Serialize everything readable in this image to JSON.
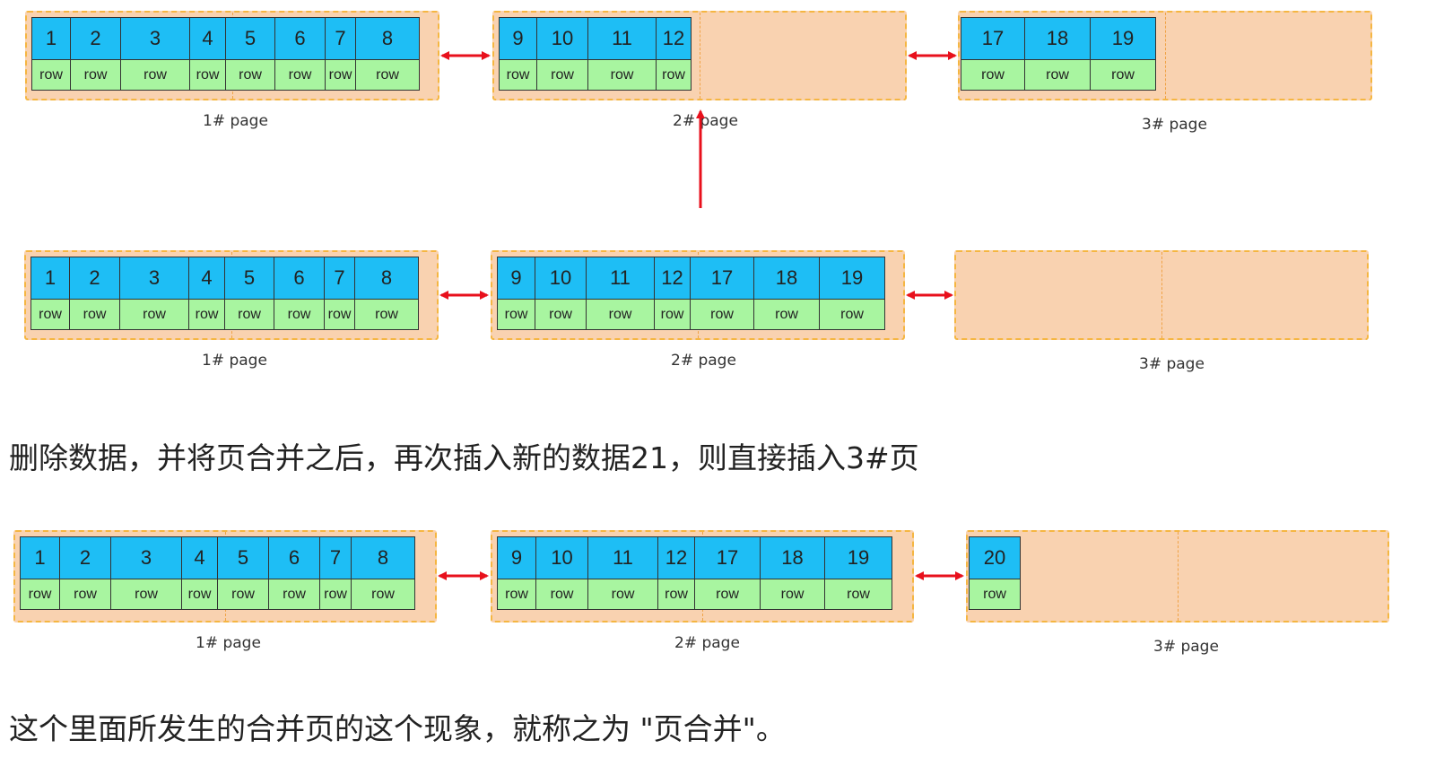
{
  "row_label": "row",
  "colors": {
    "id_cell": "#1ebef5",
    "row_cell": "#a8f5a0",
    "page_bg": "#f9d2b0",
    "page_border": "#f5b642",
    "arrow": "#e8101c"
  },
  "diagrams": [
    {
      "pages": [
        {
          "label": "1#  page",
          "ids": [
            "1",
            "2",
            "3",
            "4",
            "5",
            "6",
            "7",
            "8"
          ]
        },
        {
          "label": "2#  page",
          "ids": [
            "9",
            "10",
            "11",
            "12"
          ]
        },
        {
          "label": "3#  page",
          "ids": [
            "17",
            "18",
            "19"
          ]
        }
      ]
    },
    {
      "pages": [
        {
          "label": "1#  page",
          "ids": [
            "1",
            "2",
            "3",
            "4",
            "5",
            "6",
            "7",
            "8"
          ]
        },
        {
          "label": "2#  page",
          "ids": [
            "9",
            "10",
            "11",
            "12",
            "17",
            "18",
            "19"
          ]
        },
        {
          "label": "3#  page",
          "ids": []
        }
      ]
    },
    {
      "pages": [
        {
          "label": "1#  page",
          "ids": [
            "1",
            "2",
            "3",
            "4",
            "5",
            "6",
            "7",
            "8"
          ]
        },
        {
          "label": "2#  page",
          "ids": [
            "9",
            "10",
            "11",
            "12",
            "17",
            "18",
            "19"
          ]
        },
        {
          "label": "3#  page",
          "ids": [
            "20"
          ]
        }
      ]
    }
  ],
  "captions": {
    "merge_then_insert": "删除数据，并将页合并之后，再次插入新的数据21，则直接插入3#页",
    "phenomenon": "这个里面所发生的合并页的这个现象，就称之为  \"页合并\"。"
  }
}
